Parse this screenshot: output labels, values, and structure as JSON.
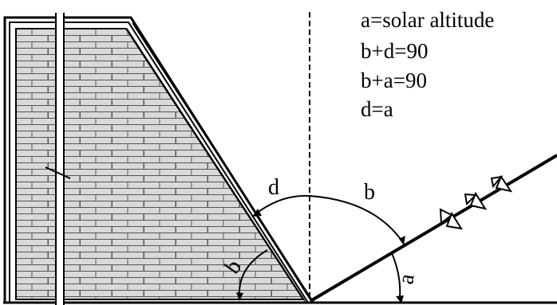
{
  "equations": [
    "a=solar altitude",
    "b+d=90",
    "b+a=90",
    "d=a"
  ],
  "angles": {
    "a": "a",
    "b": "b",
    "b_inner": "b",
    "d": "d"
  },
  "colors": {
    "ink": "#000000",
    "brick_fill": "#d9d9d9",
    "background": "#ffffff"
  }
}
